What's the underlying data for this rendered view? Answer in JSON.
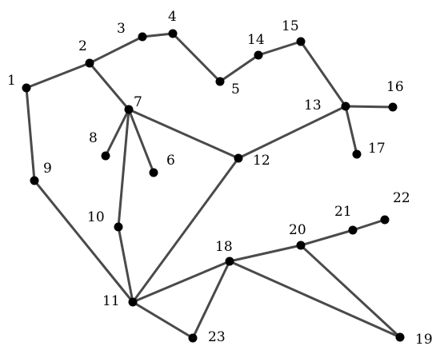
{
  "graph": {
    "nodes": [
      {
        "id": "1",
        "label": "1"
      },
      {
        "id": "2",
        "label": "2"
      },
      {
        "id": "3",
        "label": "3"
      },
      {
        "id": "4",
        "label": "4"
      },
      {
        "id": "5",
        "label": "5"
      },
      {
        "id": "6",
        "label": "6"
      },
      {
        "id": "7",
        "label": "7"
      },
      {
        "id": "8",
        "label": "8"
      },
      {
        "id": "9",
        "label": "9"
      },
      {
        "id": "10",
        "label": "10"
      },
      {
        "id": "11",
        "label": "11"
      },
      {
        "id": "12",
        "label": "12"
      },
      {
        "id": "13",
        "label": "13"
      },
      {
        "id": "14",
        "label": "14"
      },
      {
        "id": "15",
        "label": "15"
      },
      {
        "id": "16",
        "label": "16"
      },
      {
        "id": "17",
        "label": "17"
      },
      {
        "id": "18",
        "label": "18"
      },
      {
        "id": "19",
        "label": "19"
      },
      {
        "id": "20",
        "label": "20"
      },
      {
        "id": "21",
        "label": "21"
      },
      {
        "id": "22",
        "label": "22"
      },
      {
        "id": "23",
        "label": "23"
      }
    ],
    "edges": [
      [
        "1",
        "2"
      ],
      [
        "2",
        "3"
      ],
      [
        "3",
        "4"
      ],
      [
        "4",
        "5"
      ],
      [
        "5",
        "14"
      ],
      [
        "14",
        "15"
      ],
      [
        "15",
        "13"
      ],
      [
        "13",
        "16"
      ],
      [
        "13",
        "17"
      ],
      [
        "13",
        "12"
      ],
      [
        "2",
        "7"
      ],
      [
        "7",
        "8"
      ],
      [
        "7",
        "6"
      ],
      [
        "7",
        "10"
      ],
      [
        "7",
        "12"
      ],
      [
        "1",
        "9"
      ],
      [
        "9",
        "11"
      ],
      [
        "10",
        "11"
      ],
      [
        "11",
        "12"
      ],
      [
        "11",
        "18"
      ],
      [
        "11",
        "23"
      ],
      [
        "18",
        "23"
      ],
      [
        "18",
        "20"
      ],
      [
        "18",
        "19"
      ],
      [
        "20",
        "19"
      ],
      [
        "20",
        "21"
      ],
      [
        "21",
        "22"
      ]
    ],
    "colors": {
      "edge": "#4a4a4a",
      "node": "#000000",
      "label": "#000000"
    }
  }
}
